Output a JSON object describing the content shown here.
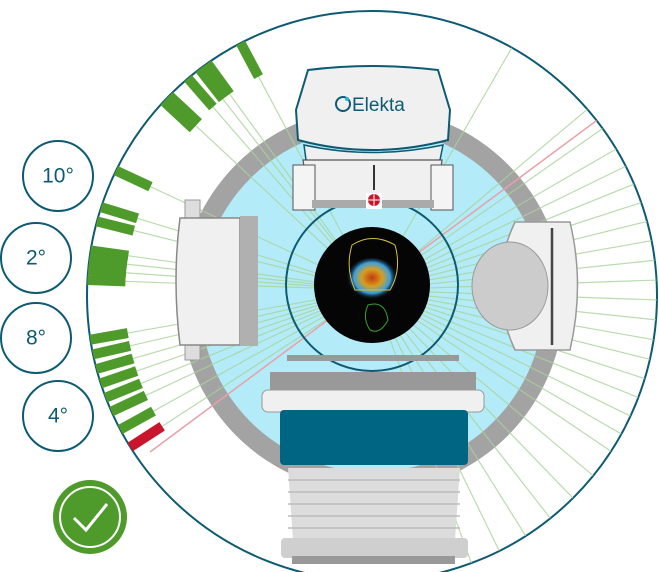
{
  "machine": {
    "brand": "Elekta"
  },
  "angle_buttons": [
    {
      "label": "10°"
    },
    {
      "label": "2°"
    },
    {
      "label": "8°"
    },
    {
      "label": "4°"
    }
  ],
  "status": {
    "icon": "checkmark-icon",
    "state": "confirmed"
  },
  "colors": {
    "outline": "#0d5a73",
    "beam_green": "#4e9a2a",
    "beam_red": "#c8152b",
    "bore_blue": "#b3ecf8",
    "gantry_gray": "#a3a3a3",
    "couch_teal": "#006583"
  }
}
